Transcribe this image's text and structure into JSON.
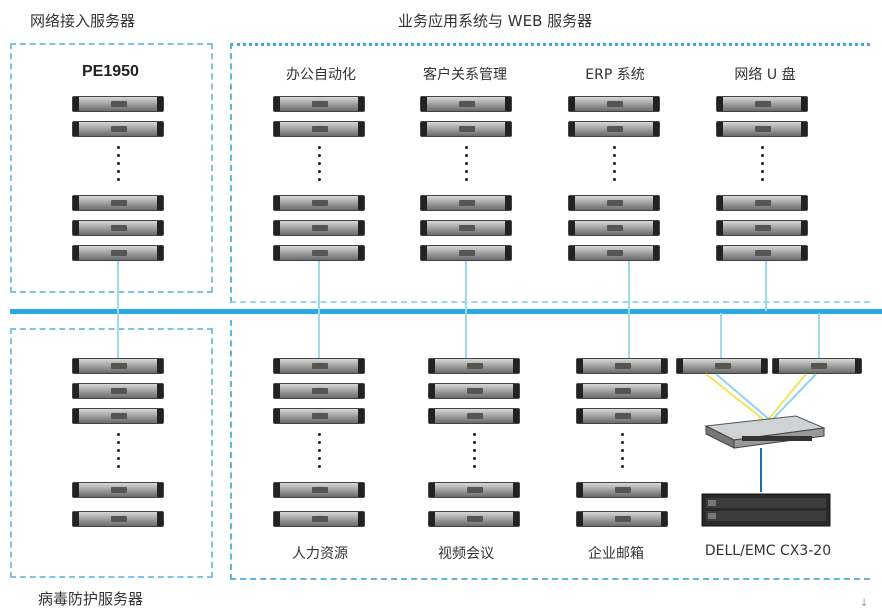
{
  "groups": {
    "access": "网络接入服务器",
    "business": "业务应用系统与 WEB 服务器",
    "antivirus": "病毒防护服务器"
  },
  "model": "PE1950",
  "top_systems": [
    "办公自动化",
    "客户关系管理",
    "ERP 系统",
    "网络 U 盘"
  ],
  "bottom_systems": [
    "人力资源",
    "视频会议",
    "企业邮箱"
  ],
  "storage": "DELL/EMC CX3-20",
  "colors": {
    "accent": "#29abe2",
    "link": "#9dd9e6",
    "dash": "#5fb6e0"
  }
}
